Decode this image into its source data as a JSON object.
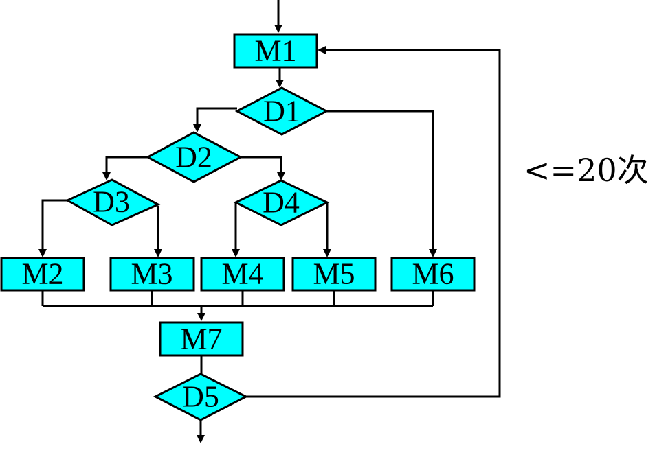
{
  "nodes": {
    "M1": "M1",
    "D1": "D1",
    "D2": "D2",
    "D3": "D3",
    "D4": "D4",
    "M2": "M2",
    "M3": "M3",
    "M4": "M4",
    "M5": "M5",
    "M6": "M6",
    "M7": "M7",
    "D5": "D5"
  },
  "loop_note": "<=20次",
  "colors": {
    "node_fill": "#00ffff",
    "stroke": "#000000",
    "background": "#ffffff"
  }
}
